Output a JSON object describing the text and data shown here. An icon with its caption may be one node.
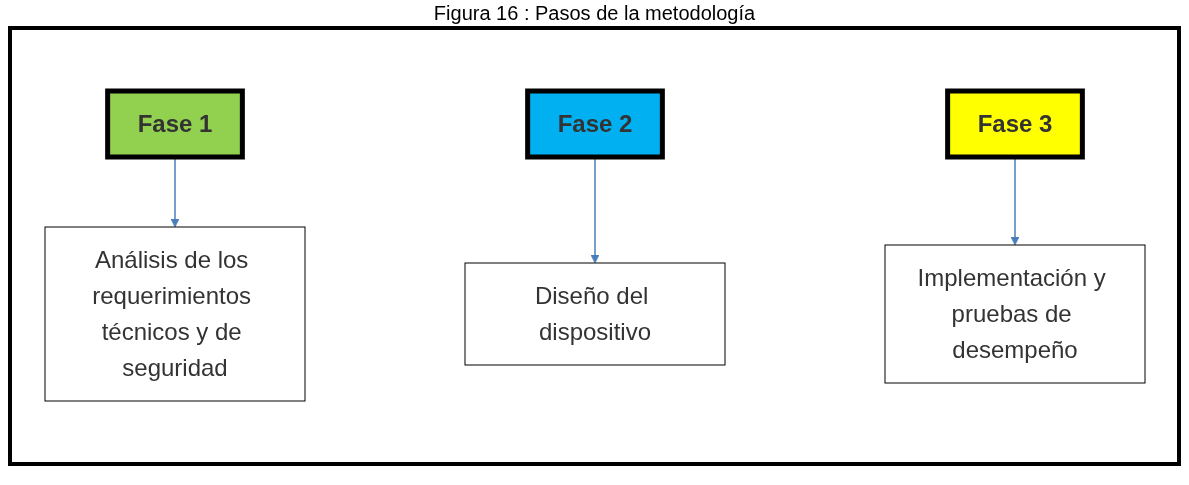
{
  "diagram": {
    "title": "Figura 16 : Pasos de la metodología",
    "nodes": [
      {
        "text": [
          "Fase 1"
        ]
      },
      {
        "text": [
          "Análisis de los requerimientos técnicos y de seguridad"
        ]
      },
      {
        "text": [
          "Fase 2"
        ]
      },
      {
        "text": [
          "Diseño del dispositivo"
        ]
      },
      {
        "text": [
          "Fase 3"
        ]
      },
      {
        "text": [
          "Implementación y pruebas de desempeño"
        ]
      }
    ],
    "edges": [
      {
        "from": 0,
        "to": 1,
        "arrow": "to"
      },
      {
        "from": 2,
        "to": 3,
        "arrow": "to"
      },
      {
        "from": 4,
        "to": 5,
        "arrow": "to"
      }
    ]
  }
}
